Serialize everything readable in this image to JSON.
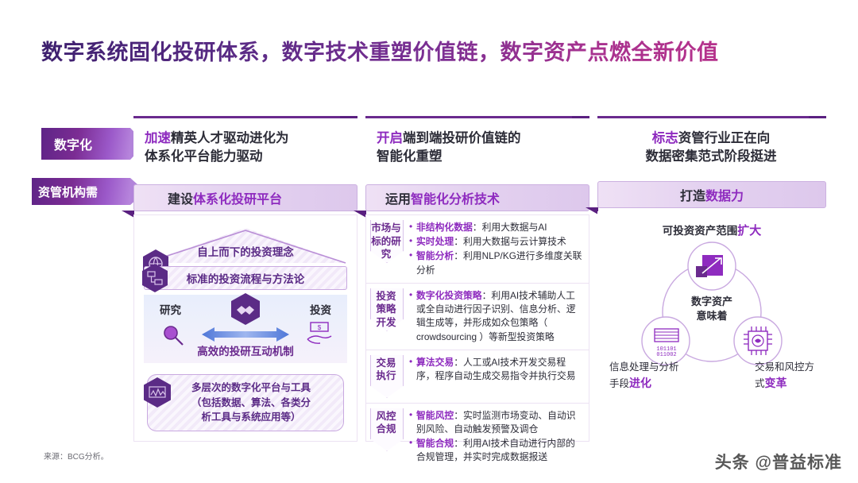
{
  "title": "数字系统固化投研体系，数字技术重塑价值链，数字资产点燃全新价值",
  "tags": {
    "digital": "数字化",
    "org_need": "资管机构需"
  },
  "columns": {
    "left": {
      "head_line1_hl": "加速",
      "head_line1_rest": "精英人才驱动进化为",
      "head_line2": "体系化平台能力驱动",
      "bar_prefix": "建设",
      "bar_hl": "体系化投研平台",
      "roof_text": "自上而下的投资理念",
      "row_text": "标准的投资流程与方法论",
      "interact": {
        "left_label": "研究",
        "right_label": "投资",
        "center_label": "高效的投研互动机制"
      },
      "tools_line1": "多层次的数字化平台与工具",
      "tools_line2": "（包括数据、算法、各类分",
      "tools_line3": "析工具与系统应用等）"
    },
    "mid": {
      "head_line1_hl": "开启",
      "head_line1_rest": "端到端投研价值链的",
      "head_line2": "智能化重塑",
      "bar_prefix": "运用",
      "bar_hl": "智能化分析技术",
      "rows": [
        {
          "label": "市场与\n标的研\n究",
          "items": [
            {
              "term": "非结构化数据",
              "desc": "：利用大数据与AI"
            },
            {
              "term": "实时处理",
              "desc": "：利用大数据与云计算技术"
            },
            {
              "term": "智能分析",
              "desc": "：利用NLP/KG进行多维度关联分析"
            }
          ]
        },
        {
          "label": "投资\n策略\n开发",
          "items": [
            {
              "term": "数字化投资策略",
              "desc": "：利用AI技术辅助人工或全自动进行因子识别、信息分析、逻辑生成等，并形成如众包策略（ crowdsourcing ）等新型投资策略"
            }
          ]
        },
        {
          "label": "交易\n执行",
          "items": [
            {
              "term": "算法交易",
              "desc": "：人工或AI技术开发交易程序，程序自动生成交易指令并执行交易"
            }
          ]
        },
        {
          "label": "风控\n合规",
          "items": [
            {
              "term": "智能风控",
              "desc": "：实时监测市场变动、自动识别风险、自动触发预警及调仓"
            },
            {
              "term": "智能合规",
              "desc": "：利用AI技术自动进行内部的合规管理，并实时完成数据报送"
            }
          ]
        }
      ]
    },
    "right": {
      "head_line1_hl": "标志",
      "head_line1_rest": "资管行业正在向",
      "head_line2": "数据密集范式阶段挺进",
      "bar_prefix": "打造",
      "bar_hl": "数据力",
      "caption_prefix": "可投资资产范围",
      "caption_hl": "扩大",
      "center_line1": "数字资产",
      "center_line2": "意味着",
      "foot_left_line1": "信息处理与分析",
      "foot_left_line2_prefix": "手段",
      "foot_left_line2_hl": "进化",
      "foot_right_line1": "交易和风控方",
      "foot_right_line2_prefix": "式",
      "foot_right_line2_hl": "变革"
    }
  },
  "footer": {
    "source": "来源：BCG分析。",
    "watermark": "头条 @普益标准"
  },
  "colors": {
    "deep_purple": "#5a2080",
    "purple": "#6a2a8e",
    "magenta": "#8e2bbf",
    "light_lilac": "#e4d2f0"
  }
}
